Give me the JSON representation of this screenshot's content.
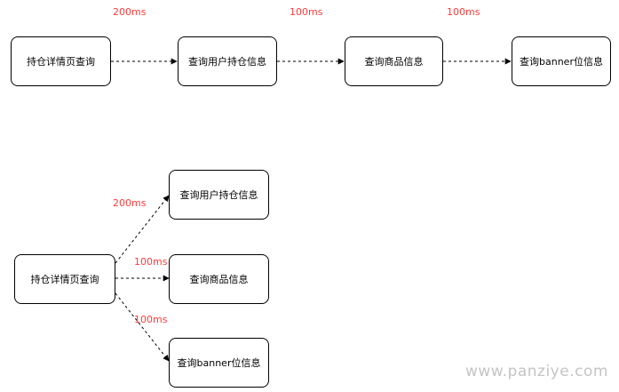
{
  "flow_sequential": {
    "nodes": [
      "持仓详情页查询",
      "查询用户持仓信息",
      "查询商品信息",
      "查询banner位信息"
    ],
    "edge_labels": [
      "200ms",
      "100ms",
      "100ms"
    ]
  },
  "flow_parallel": {
    "source": "持仓详情页查询",
    "targets": [
      "查询用户持仓信息",
      "查询商品信息",
      "查询banner位信息"
    ],
    "edge_labels": [
      "200ms",
      "100ms",
      "100ms"
    ]
  },
  "watermark": "www.panziye.com",
  "colors": {
    "label": "#ff3b3b",
    "line": "#000000",
    "border": "#000000"
  }
}
